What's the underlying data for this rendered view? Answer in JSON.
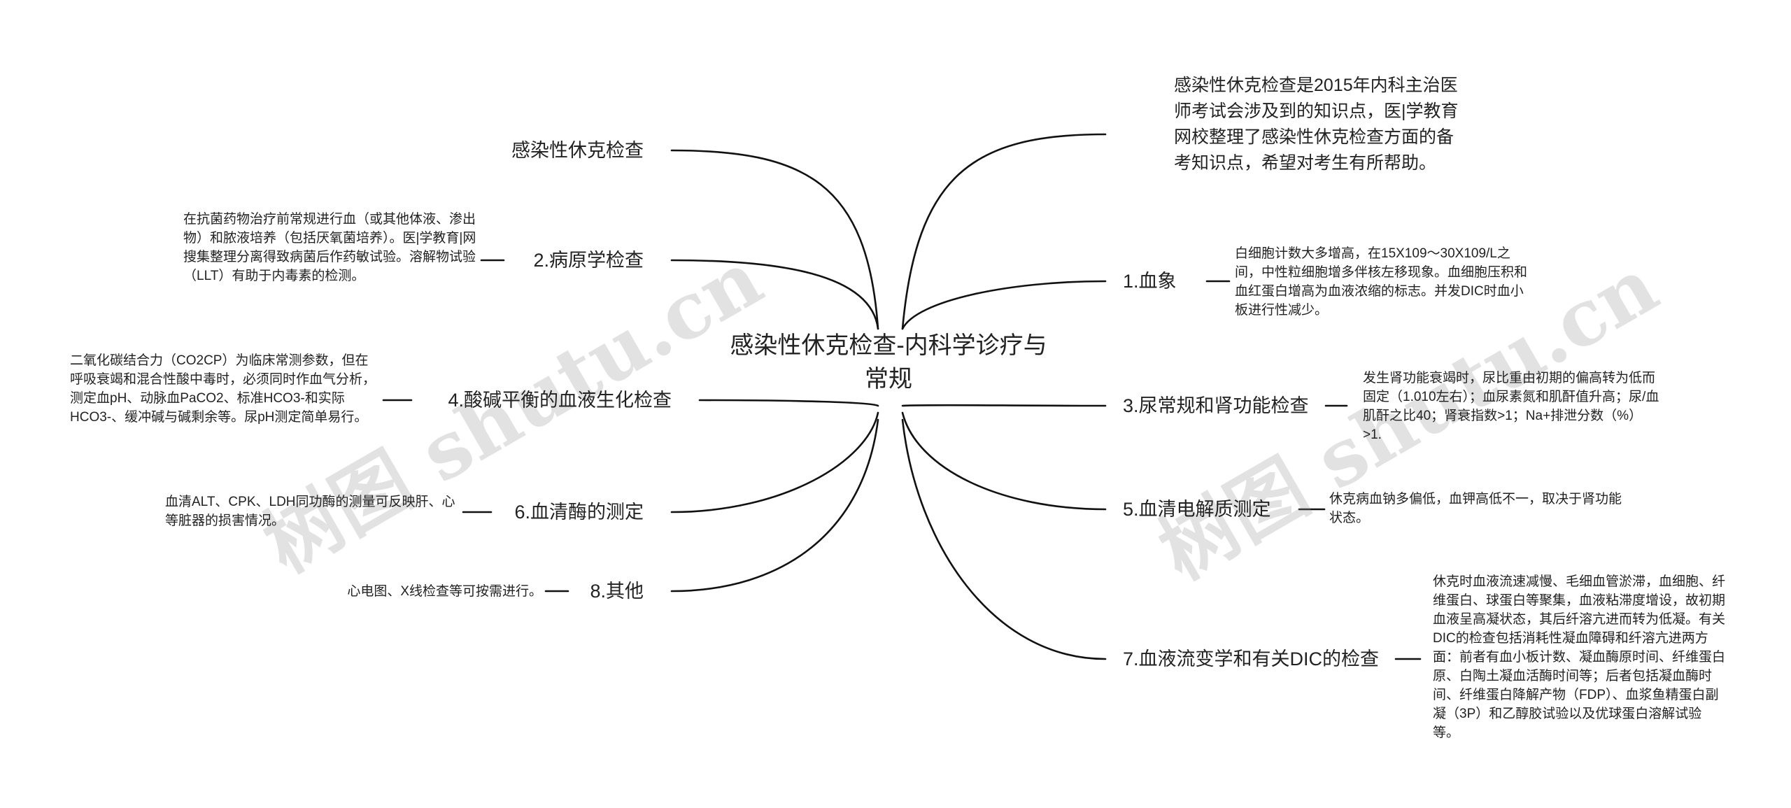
{
  "root": {
    "title": "感染性休克检查-内科学诊疗与常规"
  },
  "left": [
    {
      "label": "感染性休克检查",
      "note": ""
    },
    {
      "label": "2.病原学检查",
      "note": "在抗菌药物治疗前常规进行血（或其他体液、渗出物）和脓液培养（包括厌氧菌培养）。医|学教育|网搜集整理分离得致病菌后作药敏试验。溶解物试验（LLT）有助于内毒素的检测。"
    },
    {
      "label": "4.酸碱平衡的血液生化检查",
      "note": "二氧化碳结合力（CO2CP）为临床常测参数，但在呼吸衰竭和混合性酸中毒时，必须同时作血气分析，测定血pH、动脉血PaCO2、标准HCO3-和实际HCO3-、缓冲碱与碱剩余等。尿pH测定简单易行。"
    },
    {
      "label": "6.血清酶的测定",
      "note": "血清ALT、CPK、LDH同功酶的测量可反映肝、心等脏器的损害情况。"
    },
    {
      "label": "8.其他",
      "note": "心电图、X线检查等可按需进行。"
    }
  ],
  "right": [
    {
      "label": "",
      "note": "感染性休克检查是2015年内科主治医师考试会涉及到的知识点，医|学教育网校整理了感染性休克检查方面的备考知识点，希望对考生有所帮助。"
    },
    {
      "label": "1.血象",
      "note": "白细胞计数大多增高，在15X109～30X109/L之间，中性粒细胞增多伴核左移现象。血细胞压积和血红蛋白增高为血液浓缩的标志。并发DIC时血小板进行性减少。"
    },
    {
      "label": "3.尿常规和肾功能检查",
      "note": "发生肾功能衰竭时，尿比重由初期的偏高转为低而固定（1.010左右）；血尿素氮和肌酐值升高；尿/血肌酐之比40；肾衰指数>1；Na+排泄分数（%）>1."
    },
    {
      "label": "5.血清电解质测定",
      "note": "休克病血钠多偏低，血钾高低不一，取决于肾功能状态。"
    },
    {
      "label": "7.血液流变学和有关DIC的检查",
      "note": "休克时血液流速减慢、毛细血管淤滞，血细胞、纤维蛋白、球蛋白等聚集，血液粘滞度增设，故初期血液呈高凝状态，其后纤溶亢进而转为低凝。有关DIC的检查包括消耗性凝血障碍和纤溶亢进两方面：前者有血小板计数、凝血酶原时间、纤维蛋白原、白陶土凝血活酶时间等；后者包括凝血酶时间、纤维蛋白降解产物（FDP）、血浆鱼精蛋白副凝（3P）和乙醇胶试验以及优球蛋白溶解试验等。"
    }
  ],
  "watermarks": [
    "树图 shutu.cn",
    "树图 shutu.cn"
  ],
  "colors": {
    "line": "#111111",
    "text": "#222222",
    "watermark": "#999999"
  }
}
